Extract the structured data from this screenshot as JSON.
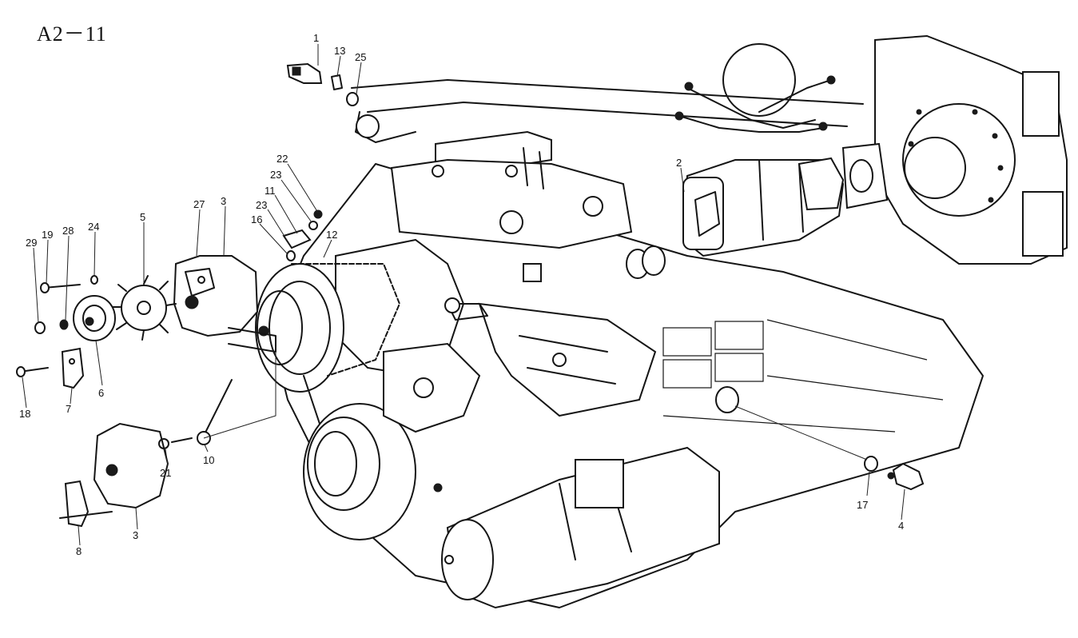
{
  "figure": {
    "title": "A2－11"
  },
  "callouts": [
    {
      "id": "c1",
      "label": "1"
    },
    {
      "id": "c13",
      "label": "13"
    },
    {
      "id": "c25",
      "label": "25"
    },
    {
      "id": "c2",
      "label": "2"
    },
    {
      "id": "c22",
      "label": "22"
    },
    {
      "id": "c23a",
      "label": "23"
    },
    {
      "id": "c11",
      "label": "11"
    },
    {
      "id": "c23b",
      "label": "23"
    },
    {
      "id": "c16",
      "label": "16"
    },
    {
      "id": "c12",
      "label": "12"
    },
    {
      "id": "c27",
      "label": "27"
    },
    {
      "id": "c3a",
      "label": "3"
    },
    {
      "id": "c5",
      "label": "5"
    },
    {
      "id": "c24",
      "label": "24"
    },
    {
      "id": "c28",
      "label": "28"
    },
    {
      "id": "c19",
      "label": "19"
    },
    {
      "id": "c29",
      "label": "29"
    },
    {
      "id": "c6",
      "label": "6"
    },
    {
      "id": "c7",
      "label": "7"
    },
    {
      "id": "c18",
      "label": "18"
    },
    {
      "id": "c10",
      "label": "10"
    },
    {
      "id": "c21",
      "label": "21"
    },
    {
      "id": "c3b",
      "label": "3"
    },
    {
      "id": "c8",
      "label": "8"
    },
    {
      "id": "c17",
      "label": "17"
    },
    {
      "id": "c4",
      "label": "4"
    }
  ],
  "parts": {
    "sensor_1": "sensor-icon",
    "starter_2": "starter-motor-icon",
    "alternator_3": "alternator-icon",
    "switch_4": "oil-pressure-switch-icon",
    "fan_5": "fan-icon",
    "pulley_6": "pulley-icon",
    "wiring_harness": "wiring-harness-icon",
    "flywheel_housing": "flywheel-housing-icon",
    "engine_block": "engine-block-icon"
  }
}
